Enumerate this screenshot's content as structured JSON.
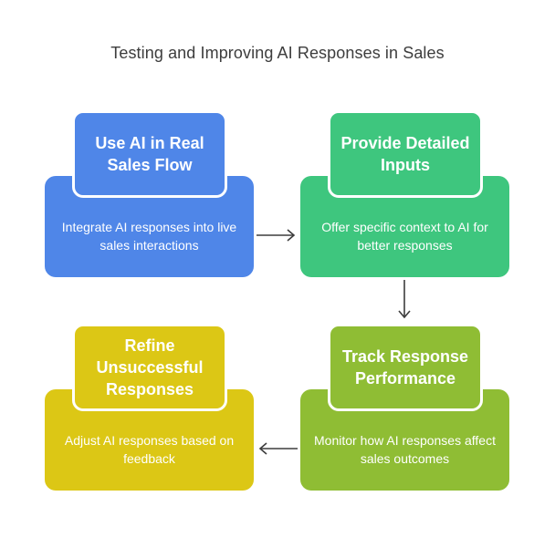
{
  "title": "Testing and Improving AI Responses in Sales",
  "steps": [
    {
      "heading": "Use AI in Real Sales Flow",
      "description": "Integrate AI responses into live sales interactions",
      "color": "#4f86e8"
    },
    {
      "heading": "Provide Detailed Inputs",
      "description": "Offer specific context to AI for better responses",
      "color": "#3ec67e"
    },
    {
      "heading": "Track Response Performance",
      "description": "Monitor how AI responses affect sales outcomes",
      "color": "#8fbd34"
    },
    {
      "heading": "Refine Unsuccessful Responses",
      "description": "Adjust AI responses based on feedback",
      "color": "#dcc715"
    }
  ],
  "arrow_color": "#3d3d3d",
  "flow": [
    "right",
    "down",
    "left"
  ]
}
